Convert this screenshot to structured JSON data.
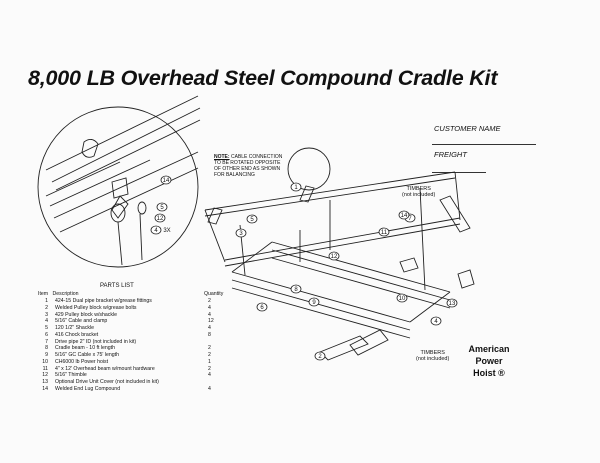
{
  "title": "8,000 LB Overhead Steel Compound Cradle Kit",
  "customer_name_label": "CUSTOMER NAME",
  "freight_label": "FREIGHT",
  "note": {
    "head": "NOTE:",
    "text": "CABLE CONNECTION TO BE ROTATED OPPOSITE OF OTHER END AS SHOWN FOR BALANCING"
  },
  "timbers_top": {
    "line1": "TIMBERS",
    "line2": "(not included)"
  },
  "timbers_bottom": {
    "line1": "TIMBERS",
    "line2": "(not included)"
  },
  "detail_callouts": [
    "14",
    "5",
    "12",
    "4",
    "3X"
  ],
  "main_callouts": [
    "1",
    "2",
    "3",
    "4",
    "5",
    "6",
    "7",
    "8",
    "9",
    "10",
    "11",
    "12",
    "13",
    "14"
  ],
  "parts_list": {
    "title": "PARTS LIST",
    "headers": {
      "item": "Item",
      "description": "Description",
      "quantity": "Quantity"
    },
    "items": [
      {
        "item": "1",
        "description": "424-15 Dual pipe bracket w/grease fittings",
        "qty": "2"
      },
      {
        "item": "2",
        "description": "Welded Pulley block w/grease bolts",
        "qty": "4"
      },
      {
        "item": "3",
        "description": "429 Pulley block w/shackle",
        "qty": "4"
      },
      {
        "item": "4",
        "description": "5/16\" Cable and clamp",
        "qty": "12"
      },
      {
        "item": "5",
        "description": "120 1/2\" Shackle",
        "qty": "4"
      },
      {
        "item": "6",
        "description": "416 Chock bracket",
        "qty": "8"
      },
      {
        "item": "7",
        "description": "Drive pipe 2\" ID (not included in kit)",
        "qty": ""
      },
      {
        "item": "8",
        "description": "Cradle beam - 10 ft length",
        "qty": "2"
      },
      {
        "item": "9",
        "description": "5/16\" GC Cable x 75' length",
        "qty": "2"
      },
      {
        "item": "10",
        "description": "CH6000 lb Power hoist",
        "qty": "1"
      },
      {
        "item": "11",
        "description": "4\" x 12' Overhead beam w/mount hardware",
        "qty": "2"
      },
      {
        "item": "12",
        "description": "5/16\" Thimble",
        "qty": "4"
      },
      {
        "item": "13",
        "description": "Optional Drive Unit Cover (not included in kit)",
        "qty": ""
      },
      {
        "item": "14",
        "description": "Welded End Lug Compound",
        "qty": "4"
      }
    ]
  },
  "logo": {
    "line1": "American",
    "line2": "Power",
    "line3": "Hoist ®"
  }
}
